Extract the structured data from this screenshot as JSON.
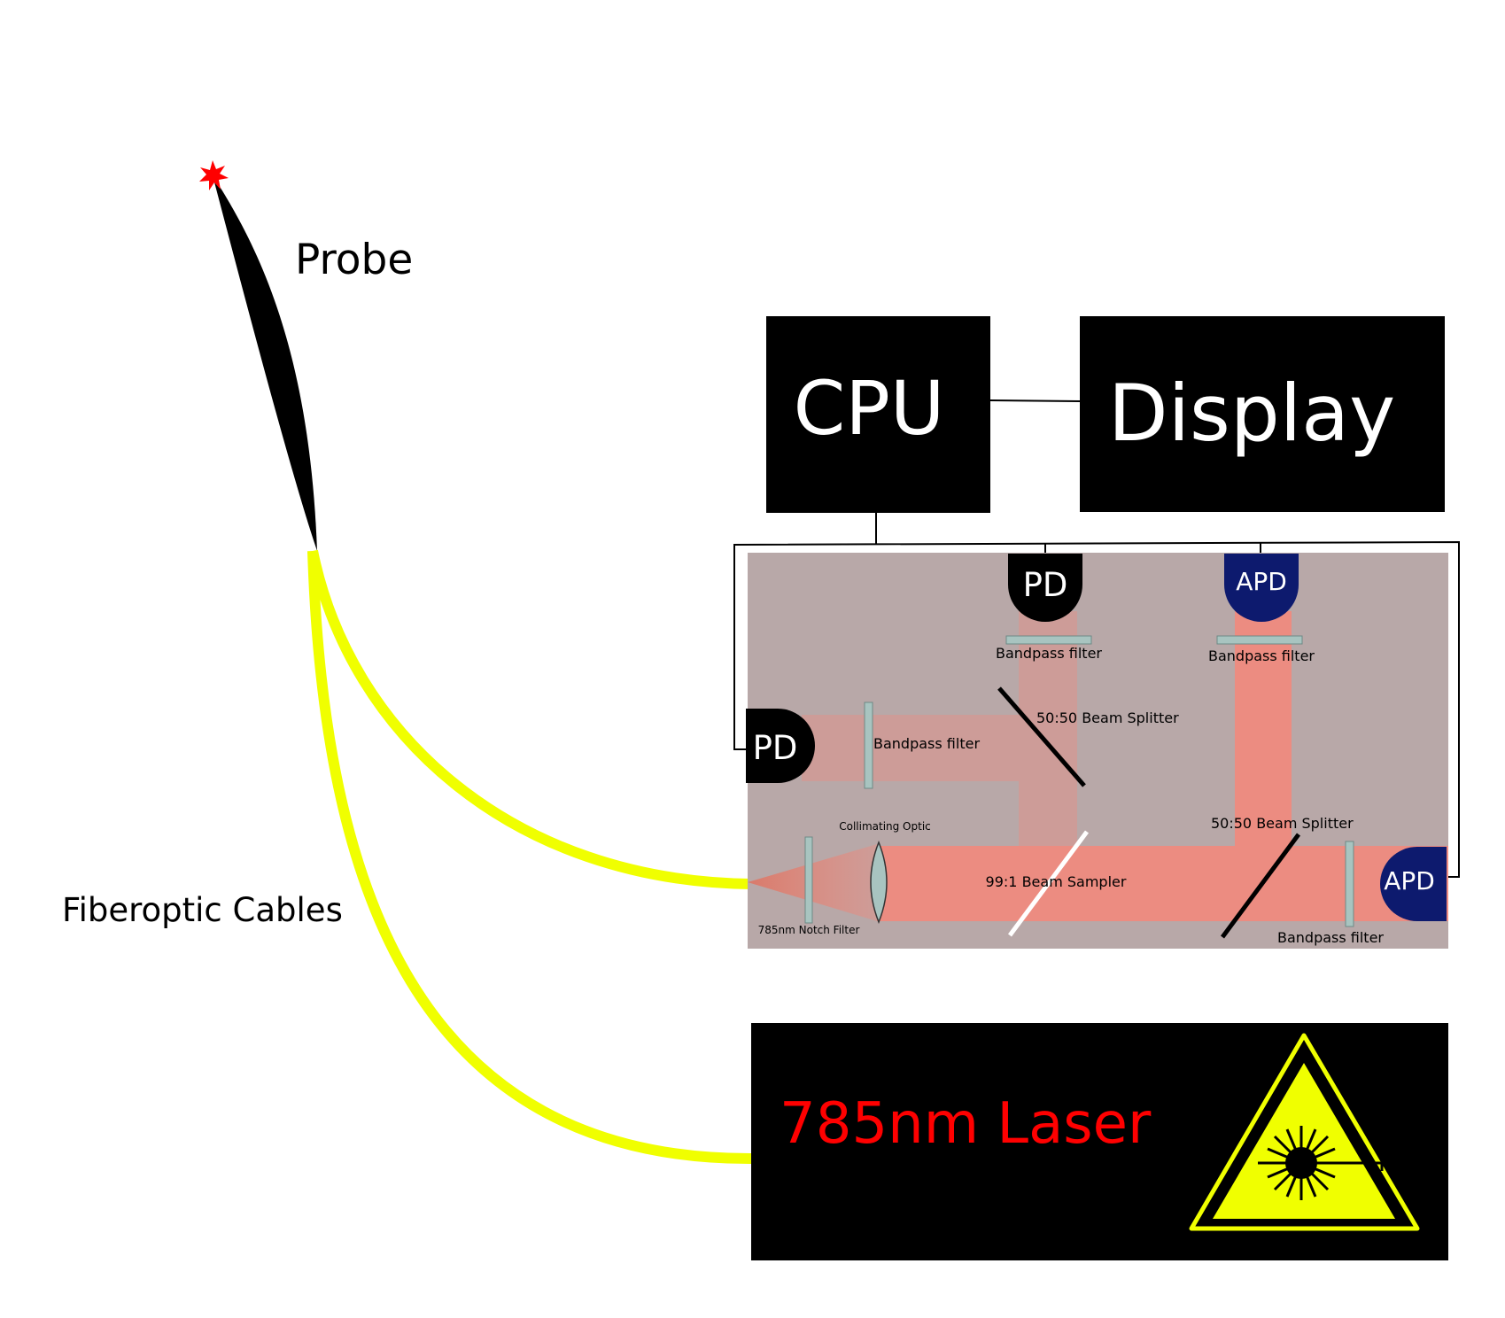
{
  "labels": {
    "probe": "Probe",
    "fiber_cables": "Fiberoptic Cables",
    "cpu": "CPU",
    "display": "Display",
    "laser": "785nm Laser"
  },
  "optics": {
    "pd_top": "PD",
    "apd_top": "APD",
    "pd_left": "PD",
    "apd_right": "APD",
    "bandpass_pd_top": "Bandpass filter",
    "bandpass_apd_top": "Bandpass filter",
    "bandpass_pd_left": "Bandpass filter",
    "bandpass_apd_right": "Bandpass filter",
    "splitter_upper": "50:50 Beam Splitter",
    "splitter_lower": "50:50 Beam Splitter",
    "collimating_optic": "Collimating Optic",
    "beam_sampler": "99:1 Beam Sampler",
    "notch_filter": "785nm Notch Filter"
  },
  "colors": {
    "background": "#ffffff",
    "box_fill": "#000000",
    "box_text": "#ffffff",
    "bench_fill": "#b8a8a8",
    "beam": "#f4877a",
    "fiber": "#f0ff00",
    "apd_fill": "#0d1a6e",
    "laser_text": "#ff0000",
    "warning_yellow": "#f0ff00",
    "filter_fill": "#a8c4c0",
    "probe_tip": "#ff0000"
  },
  "icons": {
    "laser_warning": "laser-hazard-warning-icon",
    "probe_tip": "star-burst-icon"
  }
}
